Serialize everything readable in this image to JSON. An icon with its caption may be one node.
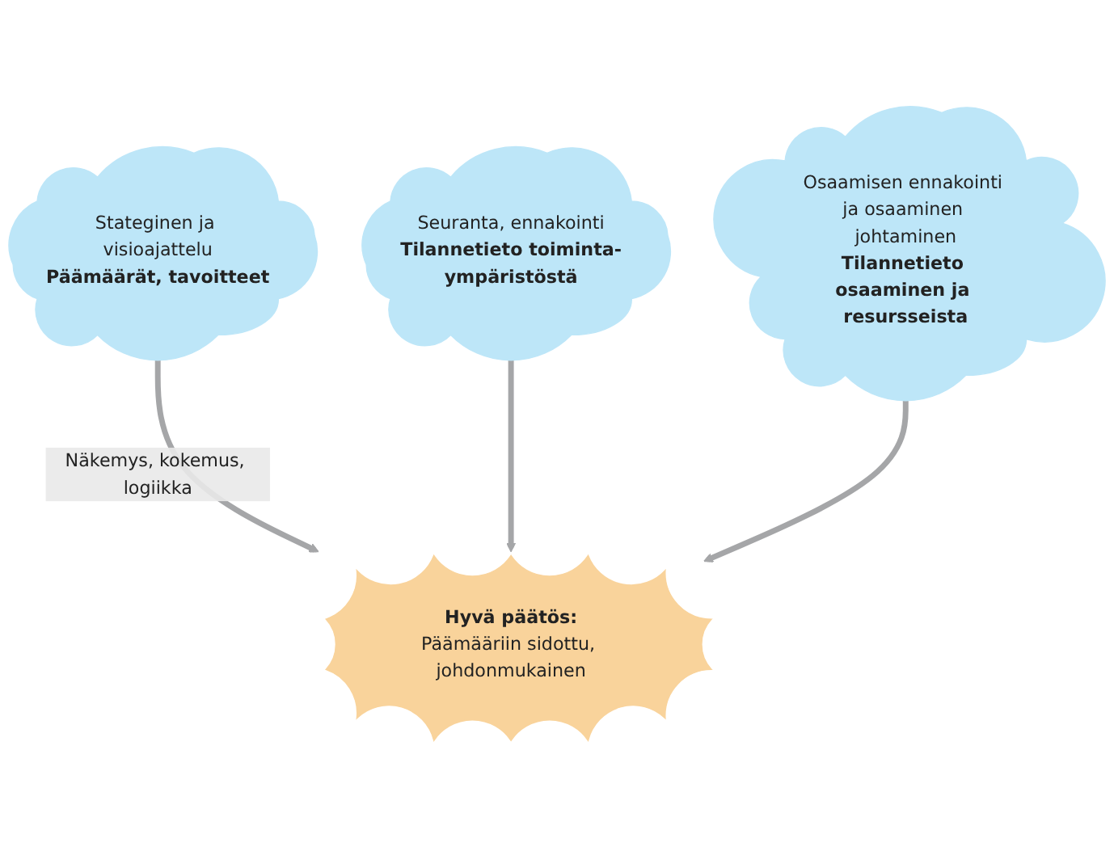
{
  "diagram": {
    "nodes": [
      {
        "text": [
          "Stateginen ja visioajattelu",
          "Päämäärät, tavoitteet"
        ]
      },
      {
        "text": [
          "Seuranta, ennakointi",
          "Tilannetieto toiminta-ympäristöstä"
        ]
      },
      {
        "text": [
          "Osaamisen ennakointi ja osaaminen johtaminen",
          "Tilannetieto osaaminen ja resursseista"
        ]
      },
      {
        "text": [
          "Hyvä päätös:",
          "Päämääriin sidottu, johdonmukainen"
        ]
      }
    ],
    "edges": [
      {
        "from": 0,
        "to": 3,
        "arrow": "to",
        "label": "Näkemys, kokemus, logiikka"
      },
      {
        "from": 1,
        "to": 3,
        "arrow": "to"
      },
      {
        "from": 2,
        "to": 3,
        "arrow": "to"
      }
    ]
  }
}
